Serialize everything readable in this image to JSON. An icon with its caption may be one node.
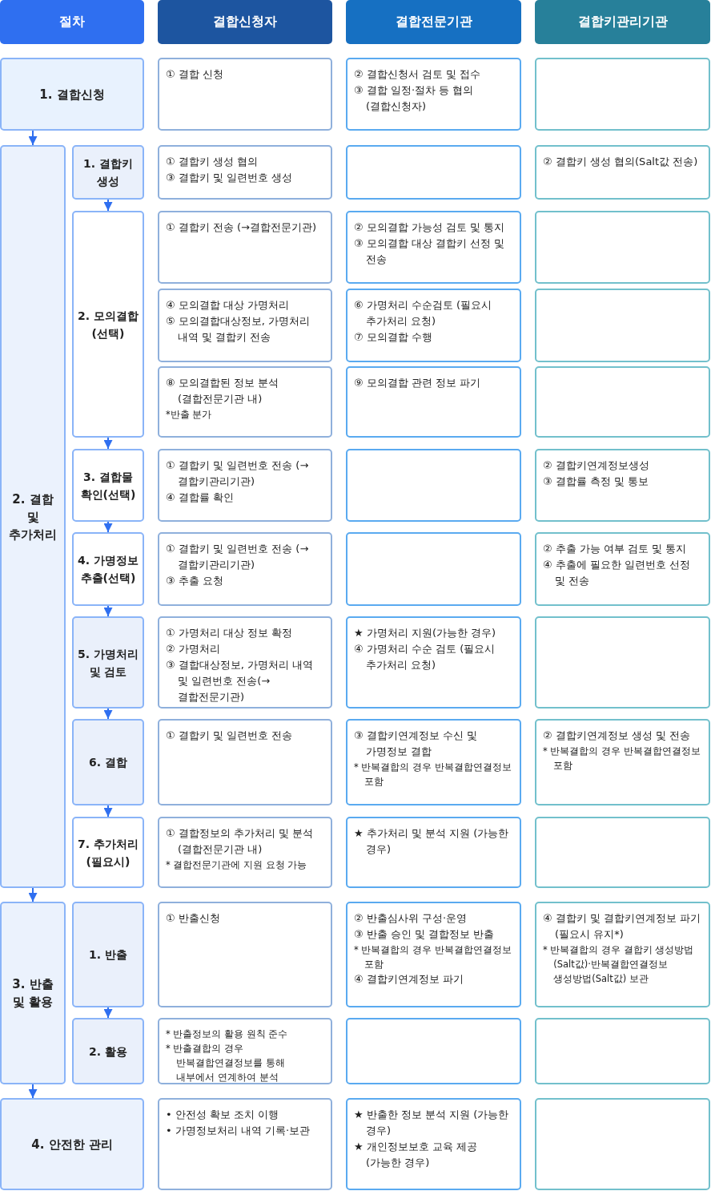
{
  "diagram": {
    "nodes": [
      {
        "text": [
          "절차"
        ]
      },
      {
        "text": [
          "결합신청자"
        ]
      },
      {
        "text": [
          "결합전문기관"
        ]
      },
      {
        "text": [
          "결합키관리기관"
        ]
      },
      {
        "text": [
          "1. 결합신청"
        ]
      },
      {
        "text": [
          "① 결합 신청"
        ]
      },
      {
        "text": [
          "② 결합신청서 검토 및 접수",
          "③ 결합 일정·절차 등 협의 (결합신청자)"
        ]
      },
      {
        "text": [],
        "shape": "box"
      },
      {
        "text": [
          "2. 결합 및 추가처리"
        ]
      },
      {
        "text": [
          "1. 결합키 생성"
        ]
      },
      {
        "text": [
          "① 결합키 생성 협의",
          "③ 결합키 및 일련번호 생성"
        ]
      },
      {
        "text": [],
        "shape": "box"
      },
      {
        "text": [
          "② 결합키 생성 협의(Salt값 전송)"
        ]
      },
      {
        "text": [
          "2. 모의결합 (선택)"
        ]
      },
      {
        "text": [
          "① 결합키 전송 (→결합전문기관)"
        ]
      },
      {
        "text": [
          "② 모의결합 가능성 검토 및 통지",
          "③ 모의결합 대상 결합키 선정 및 전송"
        ]
      },
      {
        "text": [],
        "shape": "box"
      },
      {
        "text": [
          "④ 모의결합 대상 가명처리",
          "⑤ 모의결합대상정보, 가명처리 내역 및 결합키 전송"
        ]
      },
      {
        "text": [
          "⑥ 가명처리 수순검토 (필요시 추가처리 요청)",
          "⑦ 모의결합 수행"
        ]
      },
      {
        "text": [],
        "shape": "box"
      },
      {
        "text": [
          "⑧ 모의결합된 정보 분석 (결합전문기관 내)",
          "*반출 분가"
        ]
      },
      {
        "text": [
          "⑨ 모의결합 관련 정보 파기"
        ]
      },
      {
        "text": [],
        "shape": "box"
      },
      {
        "text": [
          "3. 결합물 확인(선택)"
        ]
      },
      {
        "text": [
          "① 결합키 및 일련번호 전송 (→결합키관리기관)",
          "④ 결합률 확인"
        ]
      },
      {
        "text": [],
        "shape": "box"
      },
      {
        "text": [
          "② 결합키연계정보생성",
          "③ 결합률 측정 및 통보"
        ]
      },
      {
        "text": [
          "4. 가명정보 추출(선택)"
        ]
      },
      {
        "text": [
          "① 결합키 및 일련번호 전송 (→결합키관리기관)",
          "③ 추출 요청"
        ]
      },
      {
        "text": [],
        "shape": "box"
      },
      {
        "text": [
          "② 추출 가능 여부 검토 및 통지",
          "④ 추출에 필요한 일련번호 선정 및 전송"
        ]
      },
      {
        "text": [
          "5. 가명처리 및 검토"
        ]
      },
      {
        "text": [
          "① 가명처리 대상 정보 확정",
          "② 가명처리",
          "③ 결합대상정보, 가명처리 내역 및 일련번호 전송(→결합전문기관)"
        ]
      },
      {
        "text": [
          "★ 가명처리 지원(가능한 경우)",
          "④ 가명처리 수순 검토 (필요시 추가처리 요청)"
        ]
      },
      {
        "text": [],
        "shape": "box"
      },
      {
        "text": [
          "6. 결합"
        ]
      },
      {
        "text": [
          "① 결합키 및 일련번호 전송"
        ]
      },
      {
        "text": [
          "③ 결합키연계정보 수신 및 가명정보 결합",
          "* 반복결합의 경우 반복결합연결정보 포함"
        ]
      },
      {
        "text": [
          "② 결합키연계정보 생성 및 전송",
          "* 반복결합의 경우 반복결합연결정보 포함"
        ]
      },
      {
        "text": [
          "7. 추가처리 (필요시)"
        ]
      },
      {
        "text": [
          "① 결합정보의 추가처리 및 분석(결합전문기관 내)",
          "* 결합전문기관에 지원 요청 가능"
        ]
      },
      {
        "text": [
          "★ 추가처리 및 분석 지원 (가능한 경우)"
        ]
      },
      {
        "text": [],
        "shape": "box"
      },
      {
        "text": [
          "3. 반출 및 활용"
        ]
      },
      {
        "text": [
          "1. 반출"
        ]
      },
      {
        "text": [
          "① 반출신청"
        ]
      },
      {
        "text": [
          "② 반출심사위 구성·운영",
          "③ 반출 승인 및 결합정보 반출",
          "* 반복결합의 경우 반복결합연결정보 포함",
          "④ 결합키연계정보 파기"
        ]
      },
      {
        "text": [
          "④ 결합키 및 결합키연계정보 파기 (필요시 유지*)",
          "* 반복결합의 경우 결합키 생성방법 (Salt값)·반복결합연결정보 생성방법(Salt값) 보관"
        ]
      },
      {
        "text": [
          "2. 활용"
        ]
      },
      {
        "text": [
          "* 반출정보의 활용 원칙 준수",
          "* 반출결합의 경우 반복결합연결정보를 통해 내부에서 연계하여 분석"
        ]
      },
      {
        "text": [],
        "shape": "box"
      },
      {
        "text": [],
        "shape": "box"
      },
      {
        "text": [
          "4. 안전한 관리"
        ]
      },
      {
        "text": [
          "• 안전성 확보 조치 이행",
          "• 가명정보처리 내역 기록·보관"
        ]
      },
      {
        "text": [
          "★ 반출한 정보 분석 지원 (가능한 경우)",
          "★ 개인정보보호 교육 제공 (가능한 경우)"
        ]
      },
      {
        "text": [],
        "shape": "box"
      }
    ],
    "edges": [
      {
        "from": 4,
        "to": 8,
        "arrow": "to"
      },
      {
        "from": 9,
        "to": 13,
        "arrow": "to"
      },
      {
        "from": 13,
        "to": 23,
        "arrow": "to"
      },
      {
        "from": 23,
        "to": 27,
        "arrow": "to"
      },
      {
        "from": 27,
        "to": 31,
        "arrow": "to"
      },
      {
        "from": 31,
        "to": 35,
        "arrow": "to"
      },
      {
        "from": 35,
        "to": 39,
        "arrow": "to"
      },
      {
        "from": 8,
        "to": 43,
        "arrow": "to"
      },
      {
        "from": 44,
        "to": 48,
        "arrow": "to"
      },
      {
        "from": 43,
        "to": 52,
        "arrow": "to"
      }
    ]
  }
}
